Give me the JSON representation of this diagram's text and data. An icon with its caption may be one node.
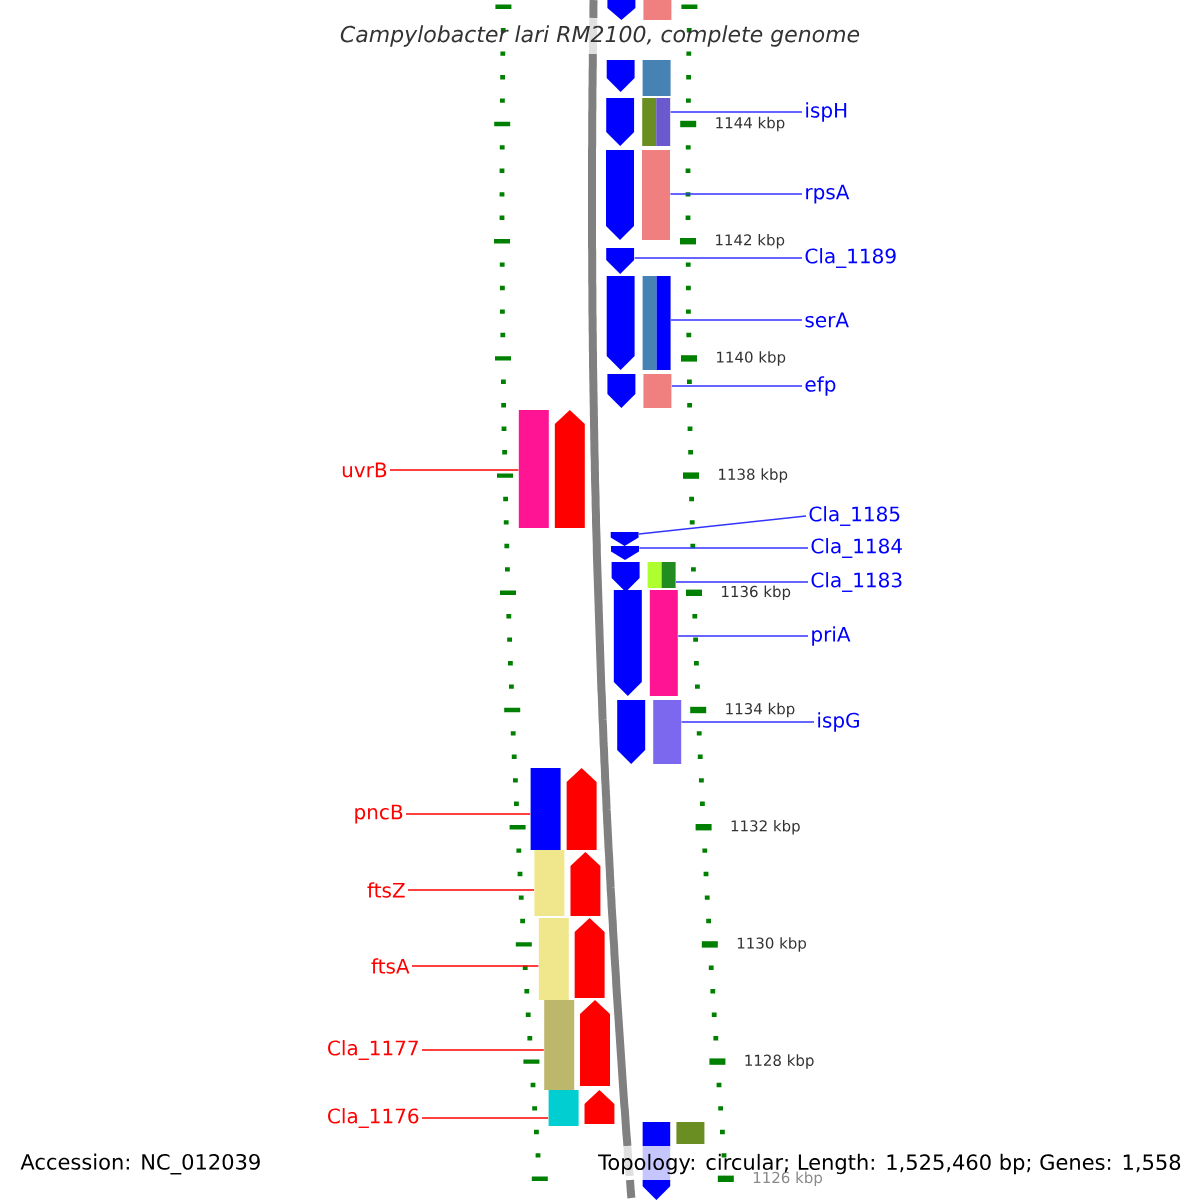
{
  "diagram": {
    "title": "Campylobacter lari RM2100, complete genome",
    "nodes": [
      {
        "text": [
          "ispH"
        ]
      },
      {
        "text": [
          "rpsA"
        ]
      },
      {
        "text": [
          "Cla_1189"
        ]
      },
      {
        "text": [
          "serA"
        ]
      },
      {
        "text": [
          "efp"
        ]
      },
      {
        "text": [
          "uvrB"
        ]
      },
      {
        "text": [
          "Cla_1185"
        ]
      },
      {
        "text": [
          "Cla_1184"
        ]
      },
      {
        "text": [
          "Cla_1183"
        ]
      },
      {
        "text": [
          "priA"
        ]
      },
      {
        "text": [
          "ispG"
        ]
      },
      {
        "text": [
          "pncB"
        ]
      },
      {
        "text": [
          "ftsZ"
        ]
      },
      {
        "text": [
          "ftsA"
        ]
      },
      {
        "text": [
          "Cla_1177"
        ]
      },
      {
        "text": [
          "Cla_1176"
        ]
      },
      {
        "text": [],
        "shape": "pentagon"
      },
      {
        "text": [],
        "shape": "box"
      },
      {
        "text": [],
        "shape": "pentagon"
      },
      {
        "text": [],
        "shape": "box"
      },
      {
        "text": [],
        "shape": "pentagon"
      },
      {
        "text": [],
        "shape": "box"
      },
      {
        "text": [],
        "shape": "pentagon"
      },
      {
        "text": [],
        "shape": "box"
      },
      {
        "text": [],
        "shape": "pentagon"
      },
      {
        "text": [],
        "shape": "pentagon"
      },
      {
        "text": [],
        "shape": "box"
      },
      {
        "text": [],
        "shape": "pentagon"
      },
      {
        "text": [],
        "shape": "box"
      },
      {
        "text": [],
        "shape": "box"
      },
      {
        "text": [],
        "shape": "pentagon"
      },
      {
        "text": [],
        "shape": "pentagon"
      },
      {
        "text": [],
        "shape": "pentagon"
      },
      {
        "text": [],
        "shape": "pentagon"
      },
      {
        "text": [],
        "shape": "box"
      },
      {
        "text": [],
        "shape": "pentagon"
      },
      {
        "text": [],
        "shape": "box"
      },
      {
        "text": [],
        "shape": "pentagon"
      },
      {
        "text": [],
        "shape": "box"
      },
      {
        "text": [],
        "shape": "box"
      },
      {
        "text": [],
        "shape": "pentagon"
      },
      {
        "text": [],
        "shape": "box"
      },
      {
        "text": [],
        "shape": "pentagon"
      },
      {
        "text": [],
        "shape": "box"
      },
      {
        "text": [],
        "shape": "pentagon"
      },
      {
        "text": [],
        "shape": "box"
      },
      {
        "text": [],
        "shape": "pentagon"
      },
      {
        "text": [],
        "shape": "box"
      },
      {
        "text": [],
        "shape": "pentagon"
      },
      {
        "text": [],
        "shape": "pentagon"
      },
      {
        "text": [],
        "shape": "box"
      }
    ],
    "edges": [
      {
        "from": 0,
        "to": 21,
        "arrow": "none"
      },
      {
        "from": 1,
        "to": 23,
        "arrow": "none"
      },
      {
        "from": 2,
        "to": 24,
        "arrow": "none"
      },
      {
        "from": 3,
        "to": 26,
        "arrow": "none"
      },
      {
        "from": 4,
        "to": 28,
        "arrow": "none"
      },
      {
        "from": 5,
        "to": 29,
        "arrow": "none",
        "color": "#ff0000"
      },
      {
        "from": 6,
        "to": 31,
        "arrow": "none"
      },
      {
        "from": 7,
        "to": 32,
        "arrow": "none"
      },
      {
        "from": 8,
        "to": 34,
        "arrow": "none"
      },
      {
        "from": 9,
        "to": 36,
        "arrow": "none"
      },
      {
        "from": 10,
        "to": 38,
        "arrow": "none"
      },
      {
        "from": 11,
        "to": 39,
        "arrow": "none",
        "color": "#ff0000"
      },
      {
        "from": 12,
        "to": 41,
        "arrow": "none",
        "color": "#ff0000"
      },
      {
        "from": 13,
        "to": 43,
        "arrow": "none",
        "color": "#ff0000"
      },
      {
        "from": 14,
        "to": 45,
        "arrow": "none",
        "color": "#ff0000"
      },
      {
        "from": 15,
        "to": 47,
        "arrow": "none",
        "color": "#ff0000"
      }
    ],
    "labels": [
      "1144 kbp",
      "1142 kbp",
      "1140 kbp",
      "1138 kbp",
      "1136 kbp",
      "1134 kbp",
      "1132 kbp",
      "1130 kbp",
      "1128 kbp",
      "1126 kbp",
      "Accession: NC_012039",
      "Topology: circular; Length: 1,525,460 bp; Genes: 1,558"
    ]
  }
}
